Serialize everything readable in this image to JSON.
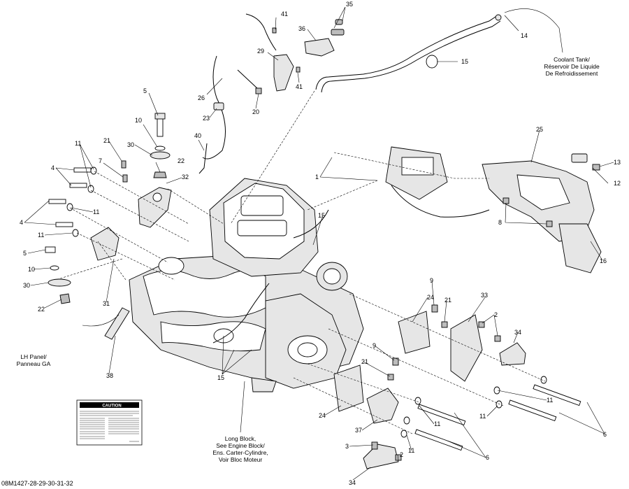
{
  "figure_id": "08M1427-28-29-30-31-32",
  "notes": {
    "coolant_tank": [
      "Coolant Tank/",
      "Réservoir De Liquide",
      "De Refroidissement"
    ],
    "lh_panel": [
      "LH Panel/",
      "Panneau GA"
    ],
    "long_block": [
      "Long Block,",
      "See Engine Block/",
      "Ens. Carter-Cylindre,",
      "Voir Bloc Moteur"
    ]
  },
  "caution_label": {
    "title": "CAUTION"
  },
  "callouts": {
    "c1": "1",
    "c2a": "2",
    "c2b": "2",
    "c3": "3",
    "c4a": "4",
    "c4b": "4",
    "c5": "5",
    "c6a": "6",
    "c6b": "6",
    "c7": "7",
    "c8": "8",
    "c9a": "9",
    "c9b": "9",
    "c10a": "10",
    "c10b": "10",
    "c11a": "11",
    "c11b": "11",
    "c11c": "11",
    "c11d": "11",
    "c11e": "11",
    "c11f": "11",
    "c11g": "11",
    "c12": "12",
    "c13": "13",
    "c14": "14",
    "c15a": "15",
    "c15b": "15",
    "c15c": "15",
    "c16": "16",
    "c20": "20",
    "c21a": "21",
    "c21b": "21",
    "c21c": "21",
    "c22a": "22",
    "c22b": "22",
    "c23": "23",
    "c24a": "24",
    "c24b": "24",
    "c25": "25",
    "c26": "26",
    "c29": "29",
    "c30a": "30",
    "c30b": "30",
    "c31": "31",
    "c32": "32",
    "c33": "33",
    "c34a": "34",
    "c34b": "34",
    "c35": "35",
    "c36": "36",
    "c37": "37",
    "c38": "38",
    "c40": "40",
    "c41a": "41",
    "c41b": "41"
  }
}
